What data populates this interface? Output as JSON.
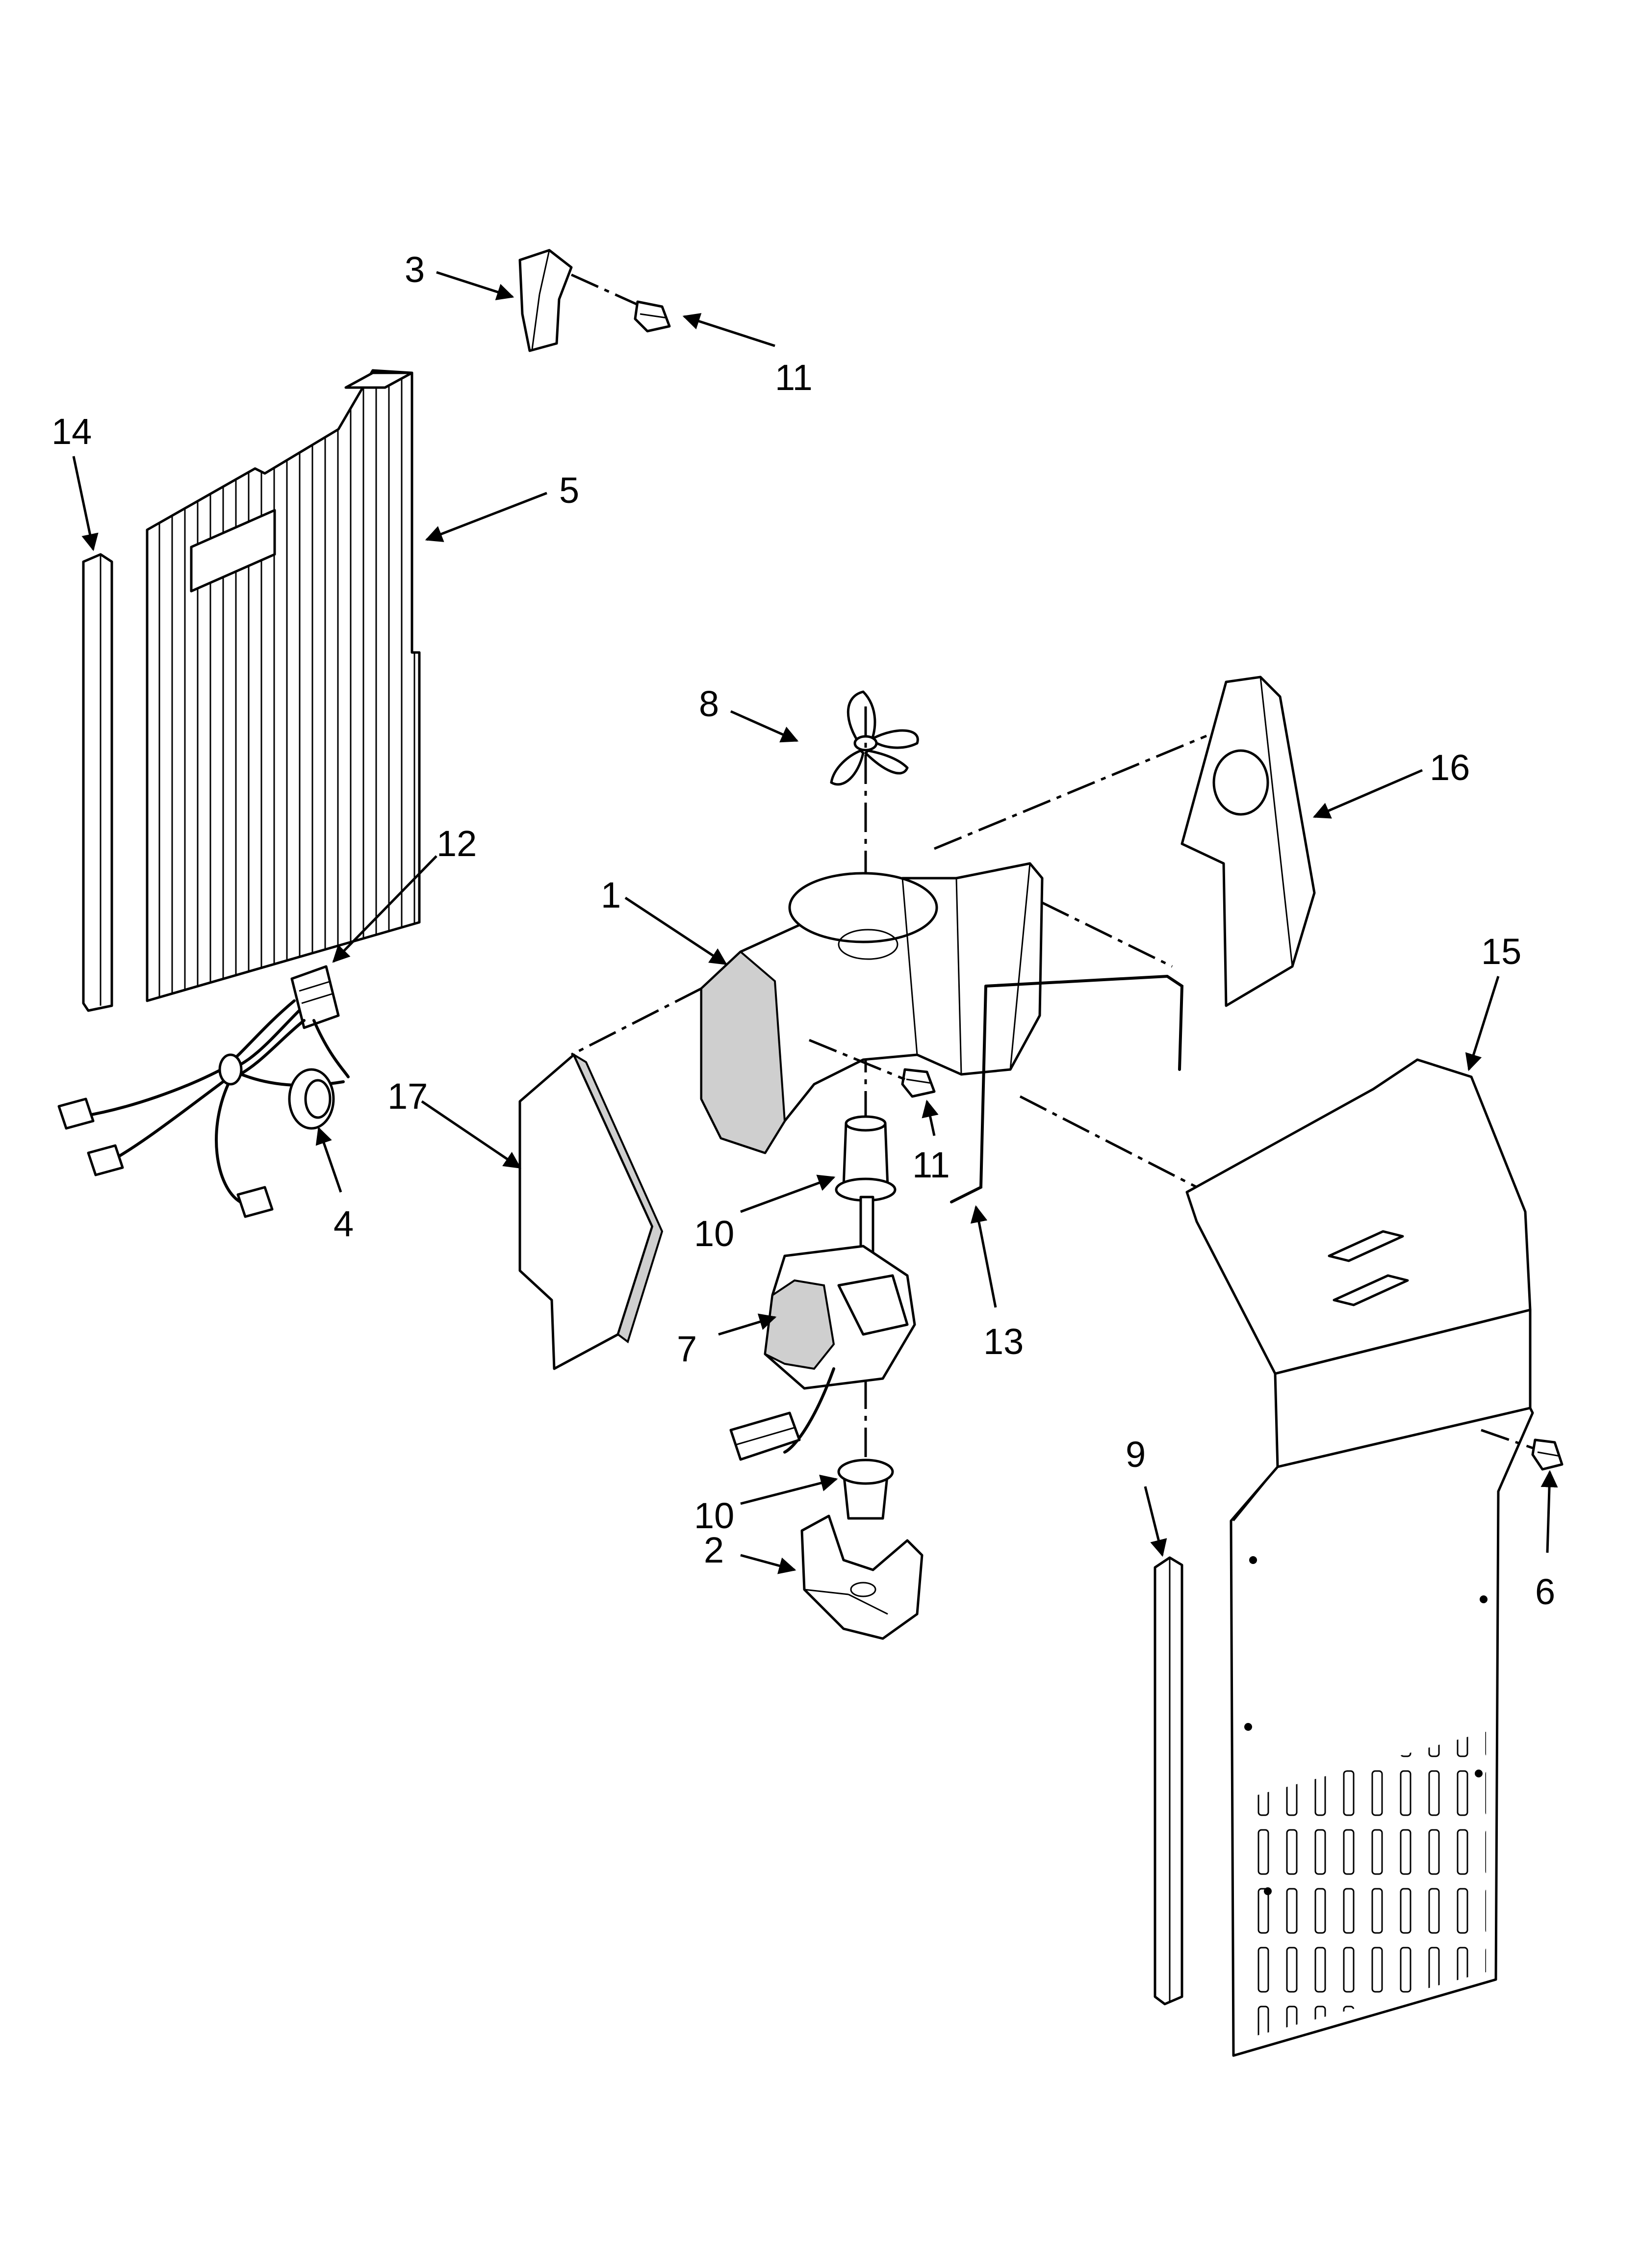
{
  "callouts": {
    "c1": "1",
    "c2": "2",
    "c3": "3",
    "c4": "4",
    "c5": "5",
    "c6": "6",
    "c7": "7",
    "c8": "8",
    "c9": "9",
    "c10a": "10",
    "c10b": "10",
    "c11a": "11",
    "c11b": "11",
    "c12": "12",
    "c13": "13",
    "c14": "14",
    "c15": "15",
    "c16": "16",
    "c17": "17"
  }
}
